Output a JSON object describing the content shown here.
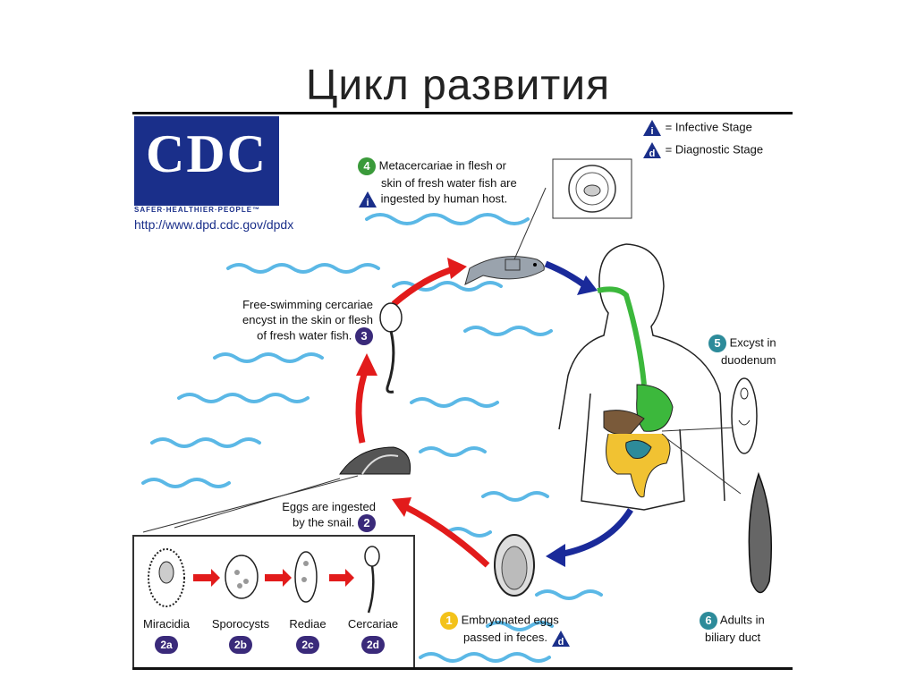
{
  "slide_title": "Цикл развития",
  "cdc": {
    "logo_text": "CDC",
    "tagline": "SAFER·HEALTHIER·PEOPLE™",
    "url": "http://www.dpd.cdc.gov/dpdx"
  },
  "legend": {
    "infective_letter": "i",
    "infective_label": "= Infective Stage",
    "diagnostic_letter": "d",
    "diagnostic_label": "= Diagnostic Stage"
  },
  "stages": {
    "s4": {
      "num": "4",
      "line1": "Metacercariae in flesh or",
      "line2": "skin of fresh water fish are",
      "line3": "ingested by human host."
    },
    "s3": {
      "num": "3",
      "line1": "Free-swimming cercariae",
      "line2": "encyst in the skin or flesh",
      "line3": "of fresh water fish."
    },
    "s2": {
      "num": "2",
      "line1": "Eggs are ingested",
      "line2": "by the snail."
    },
    "s1": {
      "num": "1",
      "line1": "Embryonated eggs",
      "line2": "passed in feces."
    },
    "s5": {
      "num": "5",
      "line1": "Excyst in",
      "line2": "duodenum"
    },
    "s6": {
      "num": "6",
      "line1": "Adults in",
      "line2": "biliary duct"
    }
  },
  "substages": [
    {
      "name": "Miracidia",
      "code": "2a"
    },
    {
      "name": "Sporocysts",
      "code": "2b"
    },
    {
      "name": "Rediae",
      "code": "2c"
    },
    {
      "name": "Cercariae",
      "code": "2d"
    }
  ],
  "colors": {
    "cdc_blue": "#1a2f8a",
    "water": "#5bb8e6",
    "arrow_red": "#e21b1b",
    "arrow_blue": "#1a2a9a",
    "gut_green": "#3cb83c",
    "intestine_yellow": "#f1c232",
    "liver_brown": "#7a5a3a",
    "badge_purple": "#3a2a7a"
  }
}
